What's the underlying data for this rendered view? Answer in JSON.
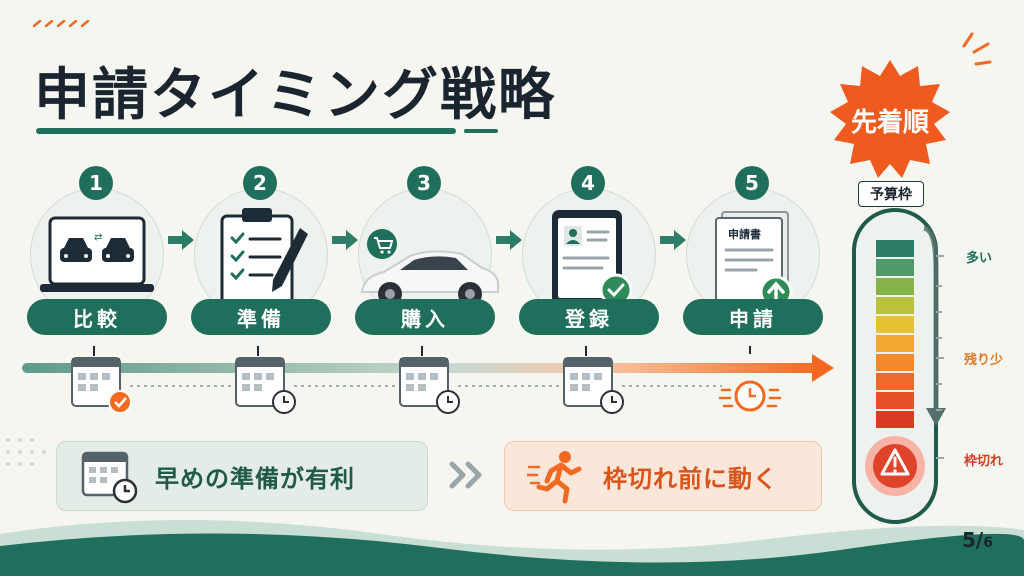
{
  "title": "申請タイミング戦略",
  "badge": "先着順",
  "steps": [
    {
      "num": "1",
      "label": "比較"
    },
    {
      "num": "2",
      "label": "準備"
    },
    {
      "num": "3",
      "label": "購入"
    },
    {
      "num": "4",
      "label": "登録"
    },
    {
      "num": "5",
      "label": "申請",
      "doc_title": "申請書"
    }
  ],
  "panels": {
    "left": "早めの準備が有利",
    "right": "枠切れ前に動く"
  },
  "gauge": {
    "title": "予算枠",
    "labels": [
      "多い",
      "残り少",
      "枠切れ"
    ]
  },
  "page": {
    "current": "5",
    "total": "6"
  },
  "colors": {
    "primary": "#1f6f5c",
    "accent": "#f26a21",
    "warning": "#e0432b"
  }
}
